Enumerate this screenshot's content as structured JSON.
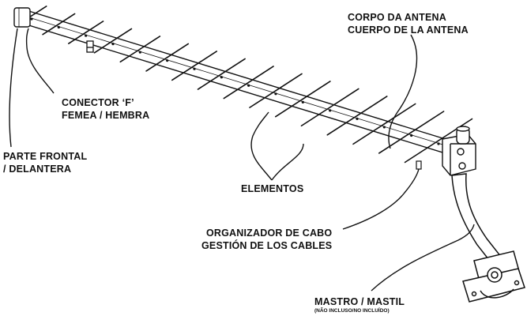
{
  "colors": {
    "ink": "#111111",
    "background": "#ffffff",
    "metal": "#d9d9d9"
  },
  "labels": {
    "body": {
      "line1": "CORPO DA ANTENA",
      "line2": "CUERPO DE LA ANTENA"
    },
    "connector": {
      "line1": "CONECTOR ‘F’",
      "line2": "FEMEA / HEMBRA"
    },
    "front": {
      "line1": "PARTE FRONTAL",
      "line2": "/ DELANTERA"
    },
    "elements": {
      "line1": "ELEMENTOS"
    },
    "organizer": {
      "line1": "ORGANIZADOR DE CABO",
      "line2": "GESTIÓN DE LOS CABLES"
    },
    "mast": {
      "line1": "MASTRO / MASTIL",
      "note": "(NÃO INCLUSO/NO INCLUÍDO)"
    }
  }
}
